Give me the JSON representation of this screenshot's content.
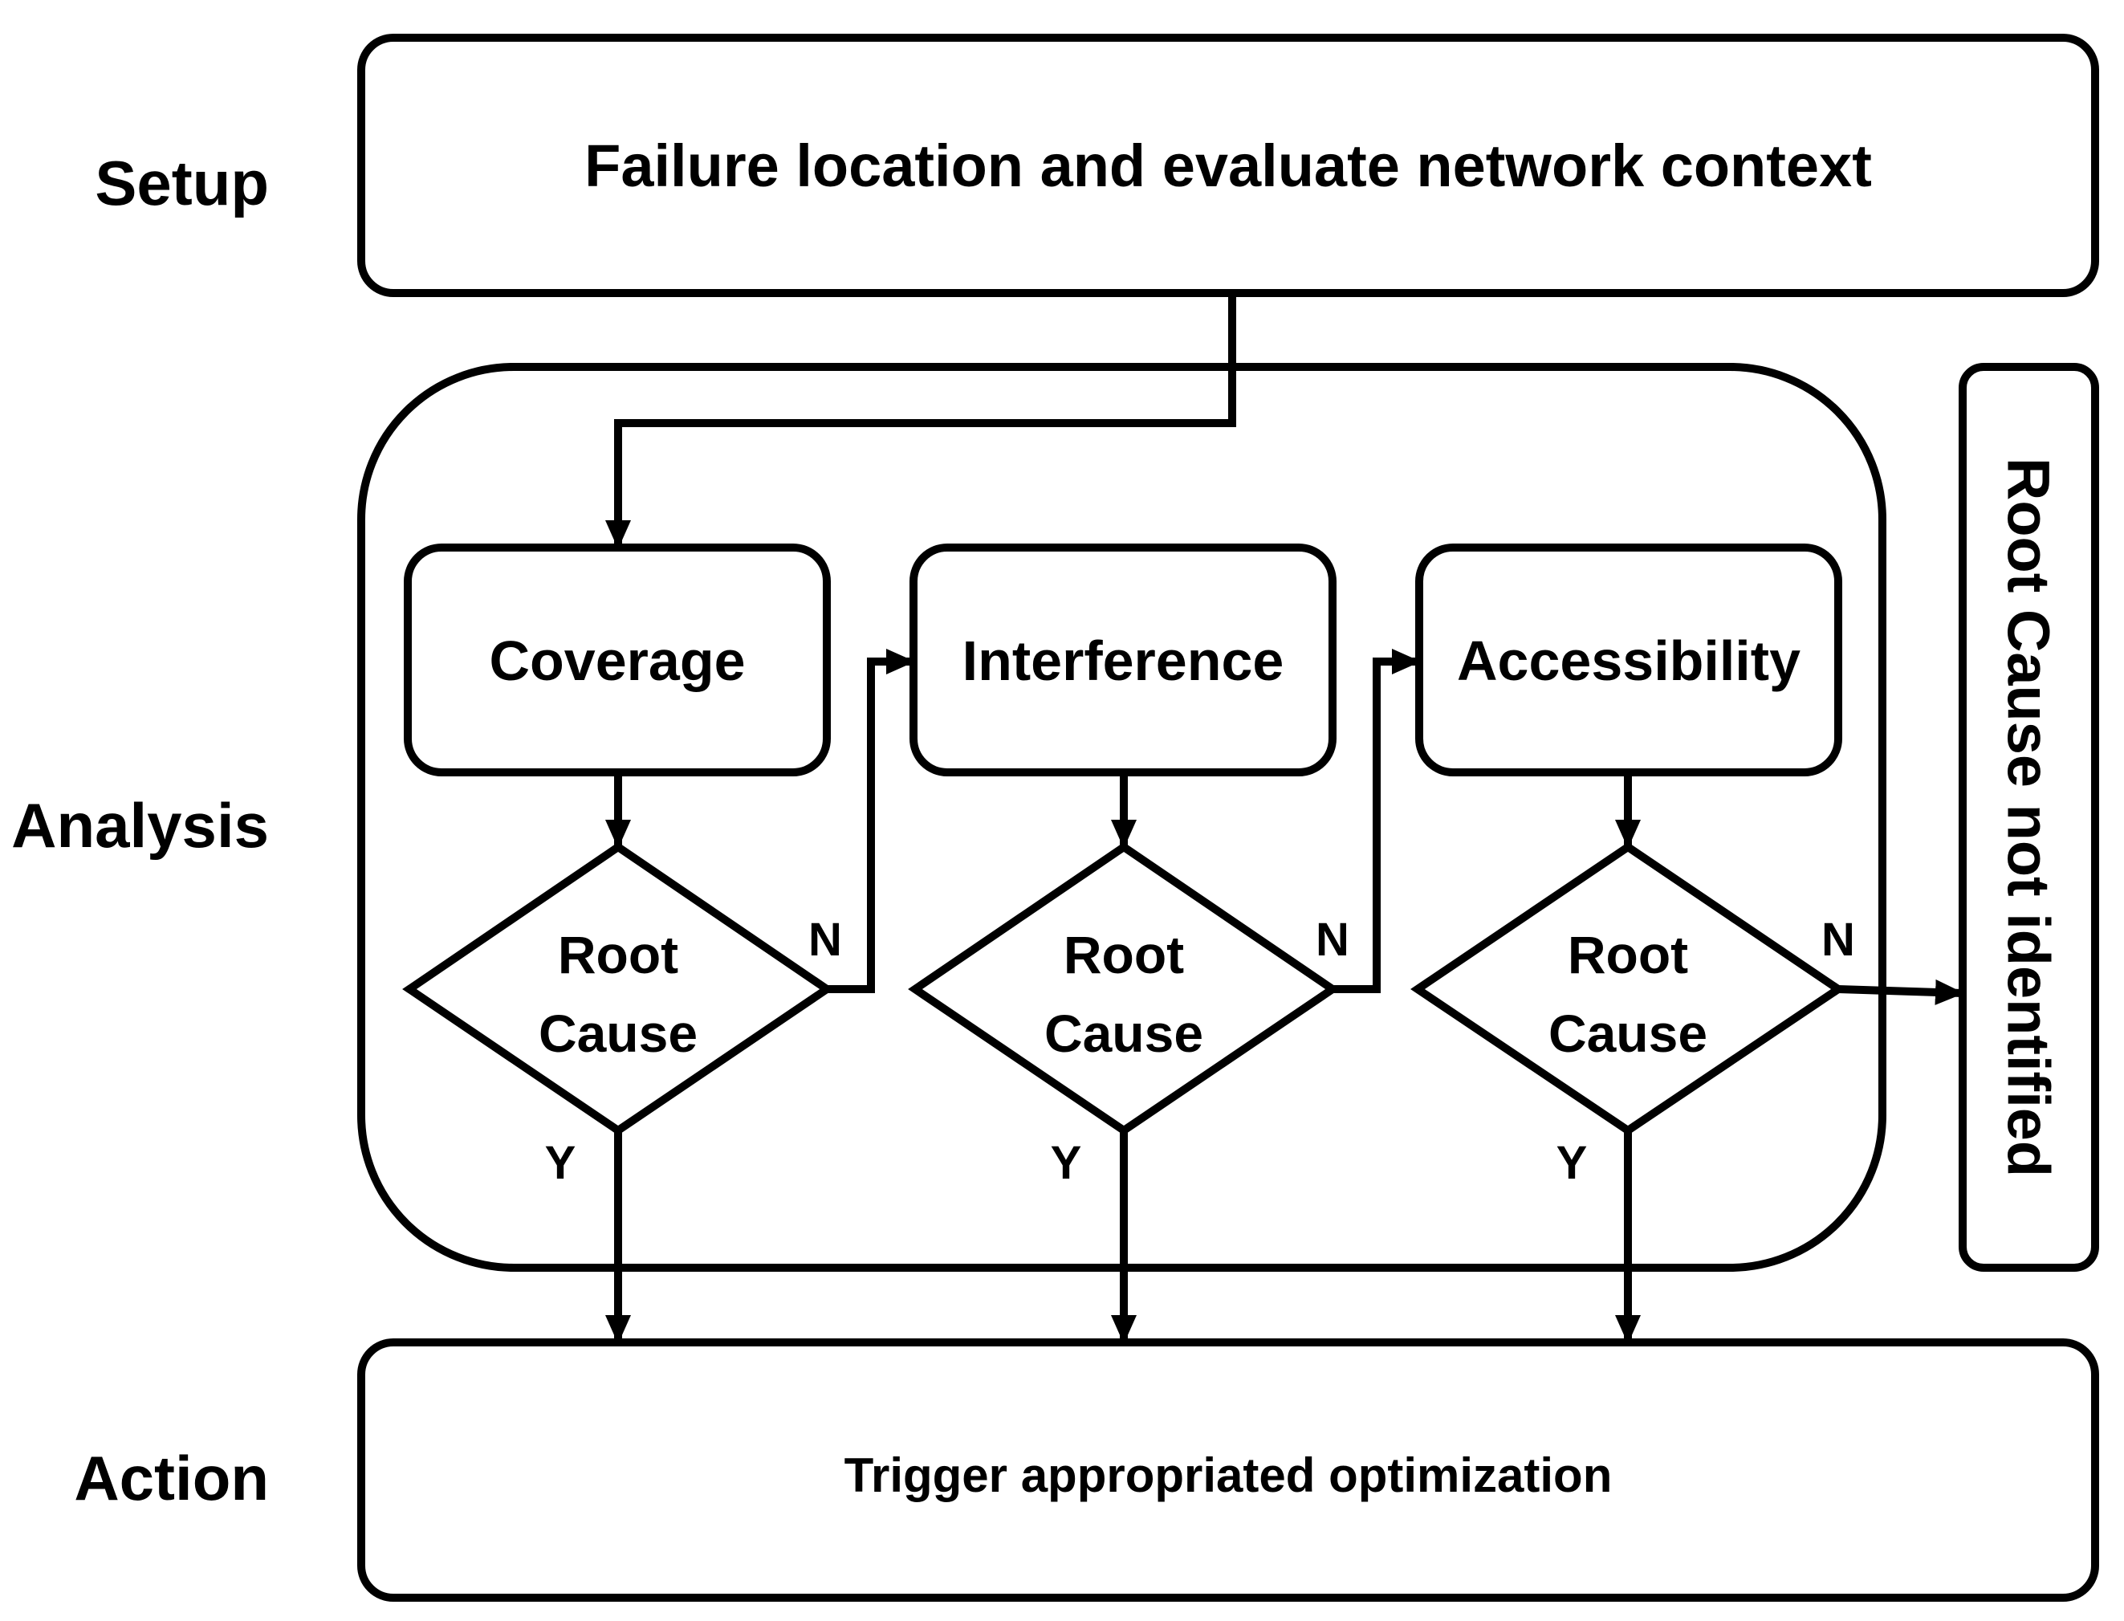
{
  "phases": {
    "setup": "Setup",
    "analysis": "Analysis",
    "action": "Action"
  },
  "setup_box": {
    "label": "Failure location and evaluate network context"
  },
  "steps": [
    {
      "label": "Coverage",
      "decision_line1": "Root",
      "decision_line2": "Cause",
      "no_label": "N",
      "yes_label": "Y"
    },
    {
      "label": "Interference",
      "decision_line1": "Root",
      "decision_line2": "Cause",
      "no_label": "N",
      "yes_label": "Y"
    },
    {
      "label": "Accessibility",
      "decision_line1": "Root",
      "decision_line2": "Cause",
      "no_label": "N",
      "yes_label": "Y"
    }
  ],
  "not_identified_box": {
    "label": "Root Cause not identified"
  },
  "action_box": {
    "label": "Trigger appropriated optimization"
  }
}
